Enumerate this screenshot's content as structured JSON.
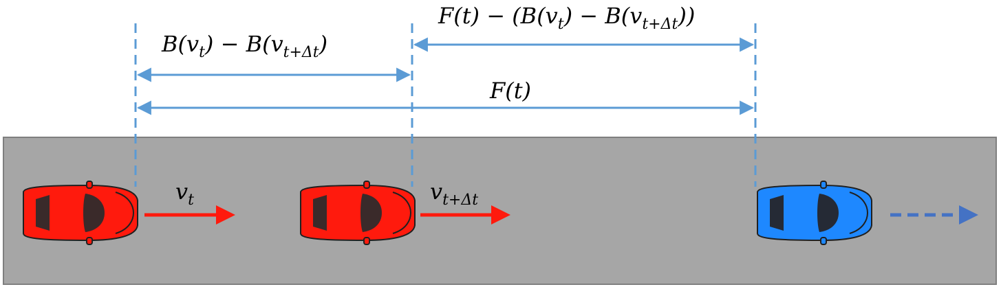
{
  "labels": {
    "braking_diff": {
      "main": "B(v",
      "sub1": "t",
      "mid": ") − B(v",
      "sub2": "t+Δt",
      "end": ")"
    },
    "remaining_gap": {
      "main": "F(t) − (B(v",
      "sub1": "t",
      "mid": ") − B(v",
      "sub2": "t+Δt",
      "end": "))"
    },
    "total_gap": {
      "text": "F(t)"
    },
    "speed_t": {
      "main": "v",
      "sub": "t"
    },
    "speed_t_dt": {
      "main": "v",
      "sub": "t+Δt"
    }
  },
  "colors": {
    "road": "#a6a6a6",
    "road_border": "#7f7f7f",
    "dimension": "#5b9bd5",
    "red_car": "#ff1a0d",
    "blue_car": "#1e88ff",
    "red_arrow": "#ff1a0d",
    "blue_arrow": "#4472c4",
    "window": "#3a2a2a"
  },
  "icons": [
    "red-car-icon",
    "red-car-icon",
    "blue-car-icon"
  ]
}
